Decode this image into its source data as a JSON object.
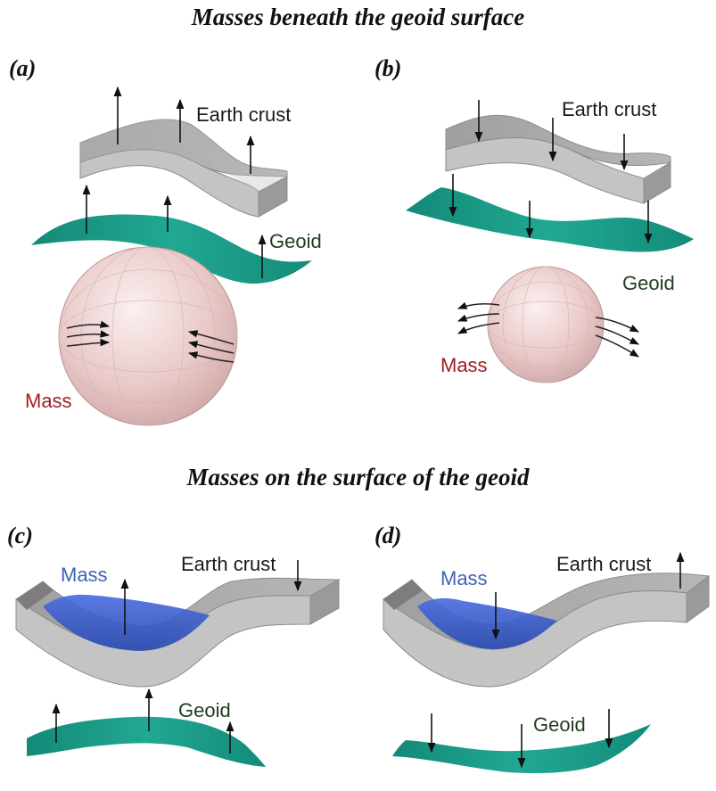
{
  "titles": {
    "top": "Masses beneath the geoid surface",
    "bottom": "Masses on the surface of the geoid"
  },
  "panels": {
    "a": {
      "label": "(a)",
      "crust": "Earth crust",
      "geoid": "Geoid",
      "mass": "Mass"
    },
    "b": {
      "label": "(b)",
      "crust": "Earth crust",
      "geoid": "Geoid",
      "mass": "Mass"
    },
    "c": {
      "label": "(c)",
      "crust": "Earth crust",
      "geoid": "Geoid",
      "mass": "Mass"
    },
    "d": {
      "label": "(d)",
      "crust": "Earth crust",
      "geoid": "Geoid",
      "mass": "Mass"
    }
  },
  "colors": {
    "crust_top": "#a9a9a9",
    "crust_front": "#c9c9c9",
    "crust_side": "#8a8a8a",
    "geoid": "#1f9e8c",
    "sphere": "#e9c9c9",
    "water": "#3f5fd0",
    "mass_label_red": "#a11d24",
    "mass_label_blue": "#3d63b4"
  }
}
